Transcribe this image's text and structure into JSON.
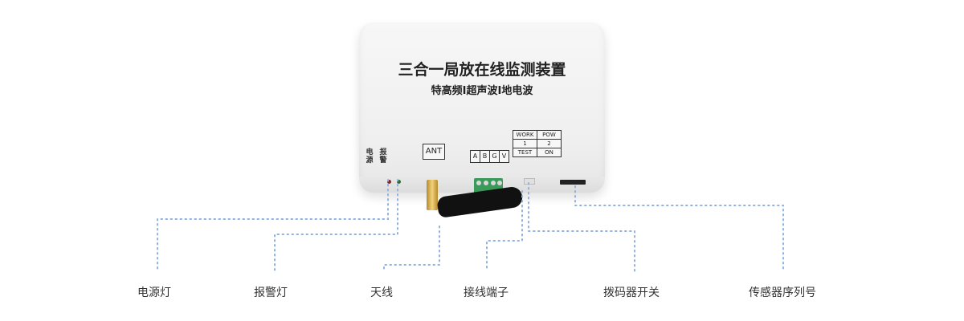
{
  "device": {
    "title": "三合一局放在线监测装置",
    "subtitle": "特高频I超声波I地电波",
    "label_power": "电源",
    "label_alarm": "报警",
    "label_ant": "ANT",
    "terminal_letters": [
      "A",
      "B",
      "G",
      "V"
    ],
    "dip_table": [
      [
        "WORK",
        "POW"
      ],
      [
        "1",
        "2"
      ],
      [
        "TEST",
        "ON"
      ]
    ]
  },
  "callouts": [
    "电源灯",
    "报警灯",
    "天线",
    "接线端子",
    "拨码器开关",
    "传感器序列号"
  ],
  "colors": {
    "leader_line": "#8fb1e3",
    "terminal": "#3a9a5a",
    "antenna_connector": "#d4aa4a"
  }
}
